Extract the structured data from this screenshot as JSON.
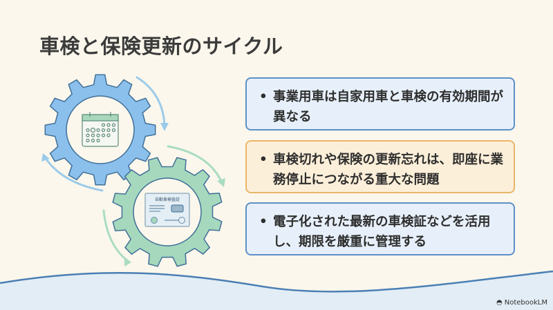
{
  "title": "車検と保険更新のサイクル",
  "cards": [
    {
      "text": "事業用車は自家用車と車検の有効期間が異なる",
      "type": "info"
    },
    {
      "text": "車検切れや保険の更新忘れは、即座に業務停止につながる重大な問題",
      "type": "warning"
    },
    {
      "text": "電子化された最新の車検証などを活用し、期限を厳重に管理する",
      "type": "info"
    }
  ],
  "illustration": {
    "certificate_label": "自動車検査証",
    "gear1_icon": "calendar-icon",
    "gear2_icon": "vehicle-certificate-icon"
  },
  "branding": {
    "label": "NotebookLM"
  },
  "colors": {
    "background": "#fbf7ec",
    "blue": "#7fb6e6",
    "green": "#9fd4b8",
    "warning": "#e9b668"
  }
}
